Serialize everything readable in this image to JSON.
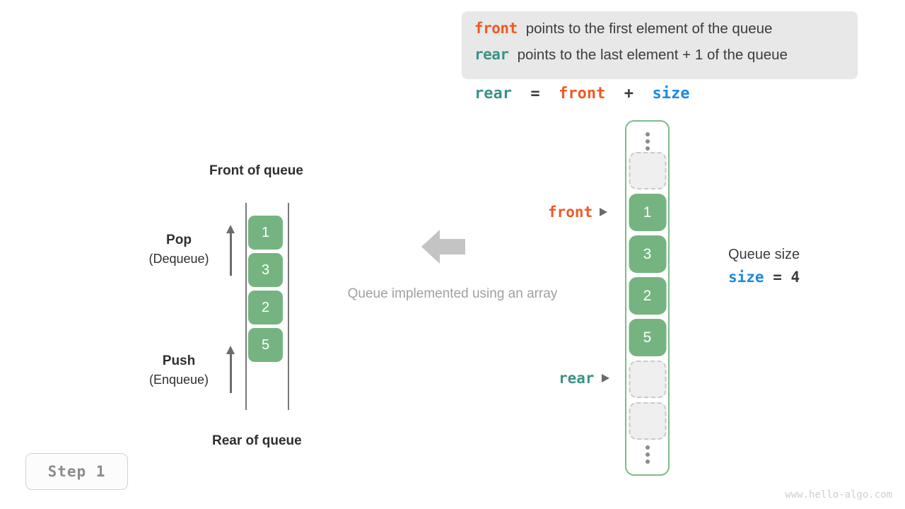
{
  "legend": {
    "lines": [
      {
        "keyword": "front",
        "keyword_color": "#ee5a24",
        "text": "points to the first element of the queue"
      },
      {
        "keyword": "rear",
        "keyword_color": "#3b9289",
        "text": "points to the last element + 1 of the queue"
      }
    ]
  },
  "formula": {
    "lhs": "rear",
    "equals": "=",
    "rhs1": "front",
    "plus": "+",
    "rhs2": "size",
    "full": "rear = front + size"
  },
  "left_queue": {
    "top_label": "Front of queue",
    "bottom_label": "Rear of queue",
    "cells": [
      "1",
      "3",
      "2",
      "5"
    ],
    "pop": {
      "name": "Pop",
      "sub": "(Dequeue)"
    },
    "push": {
      "name": "Push",
      "sub": "(Enqueue)"
    }
  },
  "center": {
    "caption": "Queue implemented using an array",
    "arrow_direction": "left",
    "arrow_color": "#c4c4c4"
  },
  "array": {
    "slots": [
      {
        "type": "empty",
        "value": ""
      },
      {
        "type": "filled",
        "value": "1"
      },
      {
        "type": "filled",
        "value": "3"
      },
      {
        "type": "filled",
        "value": "2"
      },
      {
        "type": "filled",
        "value": "5"
      },
      {
        "type": "empty",
        "value": ""
      },
      {
        "type": "empty",
        "value": ""
      }
    ],
    "pointers": {
      "front": {
        "label": "front",
        "color": "#ee5a24",
        "points_to_index": 1
      },
      "rear": {
        "label": "rear",
        "color": "#3b9289",
        "points_to_index": 5
      }
    }
  },
  "size_info": {
    "title": "Queue size",
    "var": "size",
    "equals": "=",
    "value": "4"
  },
  "step_badge": {
    "label": "Step 1"
  },
  "watermark": {
    "text": "www.hello-algo.com"
  },
  "colors": {
    "cell_green": "#75b480",
    "container_green": "#7fbb8a",
    "empty_gray": "#efefef",
    "front_orange": "#ee5a24",
    "rear_teal": "#3b9289",
    "size_blue": "#1b8ae0",
    "legend_bg": "#e8e8e8",
    "muted_text": "#a0a0a0"
  }
}
